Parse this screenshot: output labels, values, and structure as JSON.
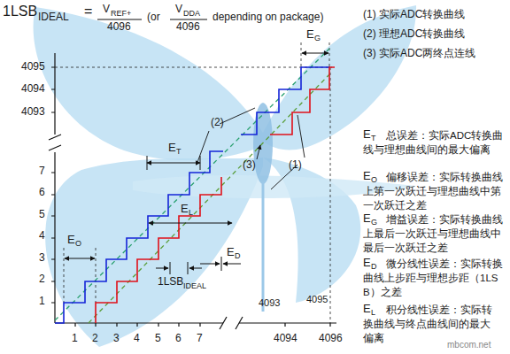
{
  "diagram": {
    "labels": [
      "1LSB",
      "IDEAL",
      "=",
      "V",
      "REF+",
      "4096",
      "(or",
      "V",
      "DDA",
      "4096",
      "depending on package)",
      "E",
      "G",
      "(1) 实际ADC转换曲线",
      "(2) 理想ADC转换曲线",
      "(3) 实际ADC两终点连线",
      "4095",
      "4094",
      "4093",
      "(2)",
      "(3)",
      "(1)",
      "E",
      "T",
      "总误差：实际ADC转换曲线与理想曲线间的最大偏离",
      "E",
      "O",
      "偏移误差：实际转换曲线上第一次跃迁与理想曲线中第一次跃迁之差",
      "E",
      "G",
      "增益误差：实际转换曲线上最后一次跃迁与理想曲线中最后一次跃迁之差",
      "E",
      "D",
      "微分线性误差：实际转换曲线上步距与理想步距（1LSB）之差",
      "E",
      "L",
      "积分线性误差：实际转换曲线与终点曲线间的最大偏离",
      "E",
      "T",
      "7",
      "6",
      "5",
      "4",
      "3",
      "2",
      "1",
      "E",
      "L",
      "E",
      "O",
      "E",
      "D",
      "1LSB",
      "IDEAL",
      "4093",
      "4095",
      "1",
      "2",
      "3",
      "4",
      "5",
      "6",
      "7",
      "4094",
      "4096",
      "mbcom.net"
    ]
  }
}
